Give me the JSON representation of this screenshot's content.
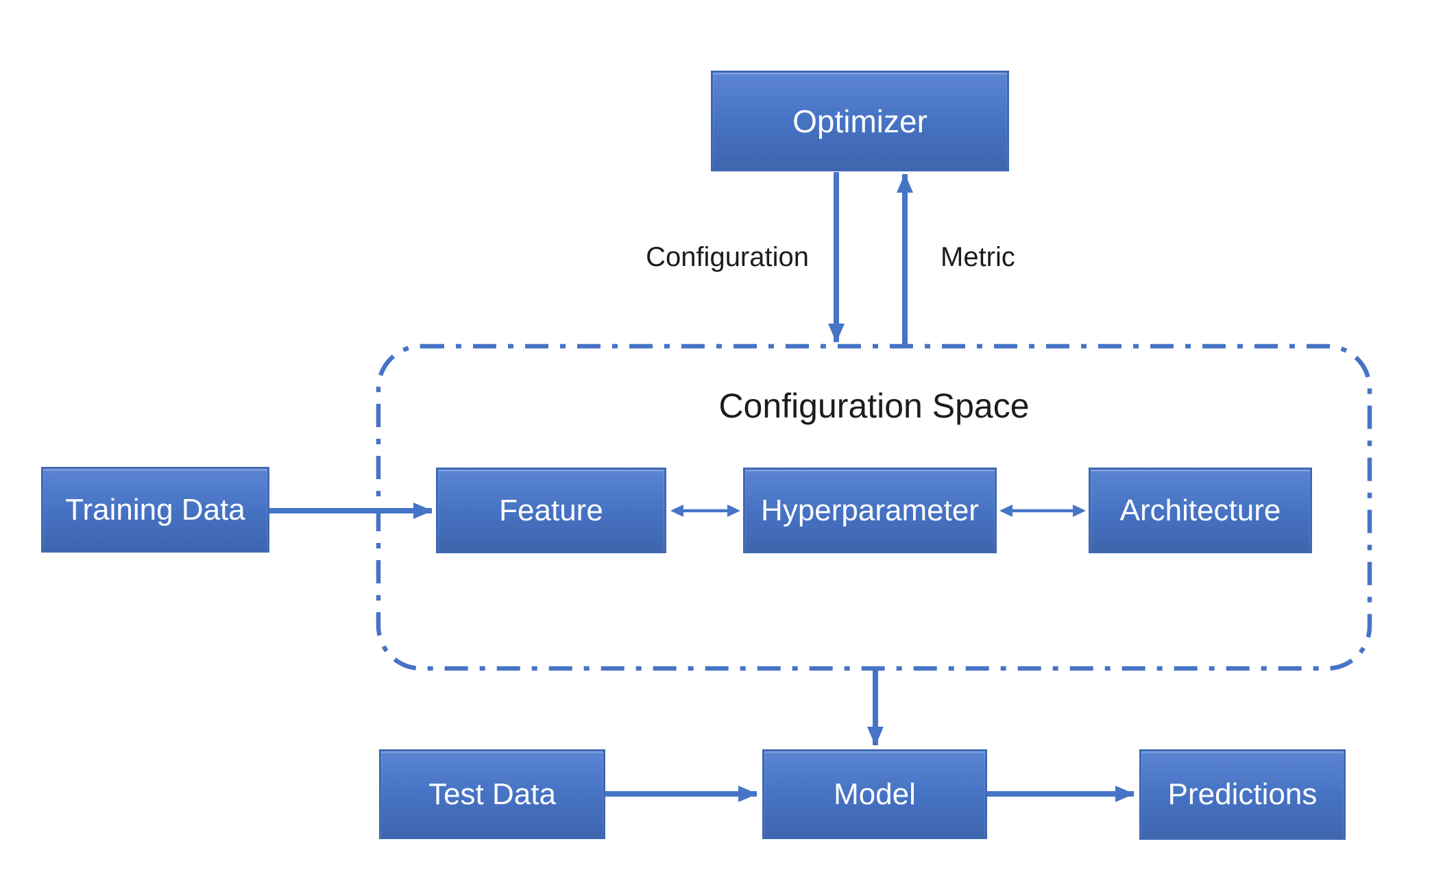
{
  "diagram": {
    "title": "Configuration Space",
    "nodes": {
      "optimizer": "Optimizer",
      "training_data": "Training Data",
      "feature": "Feature",
      "hyperparameter": "Hyperparameter",
      "architecture": "Architecture",
      "test_data": "Test Data",
      "model": "Model",
      "predictions": "Predictions"
    },
    "edge_labels": {
      "configuration": "Configuration",
      "metric": "Metric"
    },
    "colors": {
      "node_fill": "#4472C4",
      "node_fill_light": "#5B85D3",
      "node_fill_dark": "#3F65AD",
      "node_border": "#3E68B3",
      "connector": "#4674C6",
      "dashed_border": "#4674C6",
      "node_text": "#FFFFFF",
      "label_text": "#1C1C1C",
      "background": "#FFFFFF"
    }
  }
}
